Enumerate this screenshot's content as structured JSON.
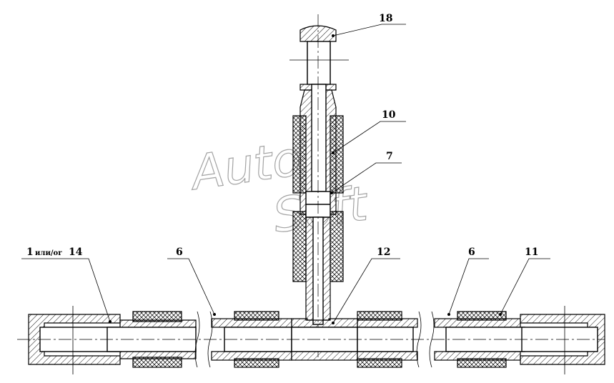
{
  "labels": {
    "l18": "18",
    "l10": "10",
    "l7": "7",
    "l1_num": "1",
    "l1_mid": "или/or",
    "l1_num2": "14",
    "l6a": "6",
    "l12": "12",
    "l6b": "6",
    "l11": "11"
  },
  "watermark": {
    "line1": "Auto",
    "line2": "Soft"
  }
}
